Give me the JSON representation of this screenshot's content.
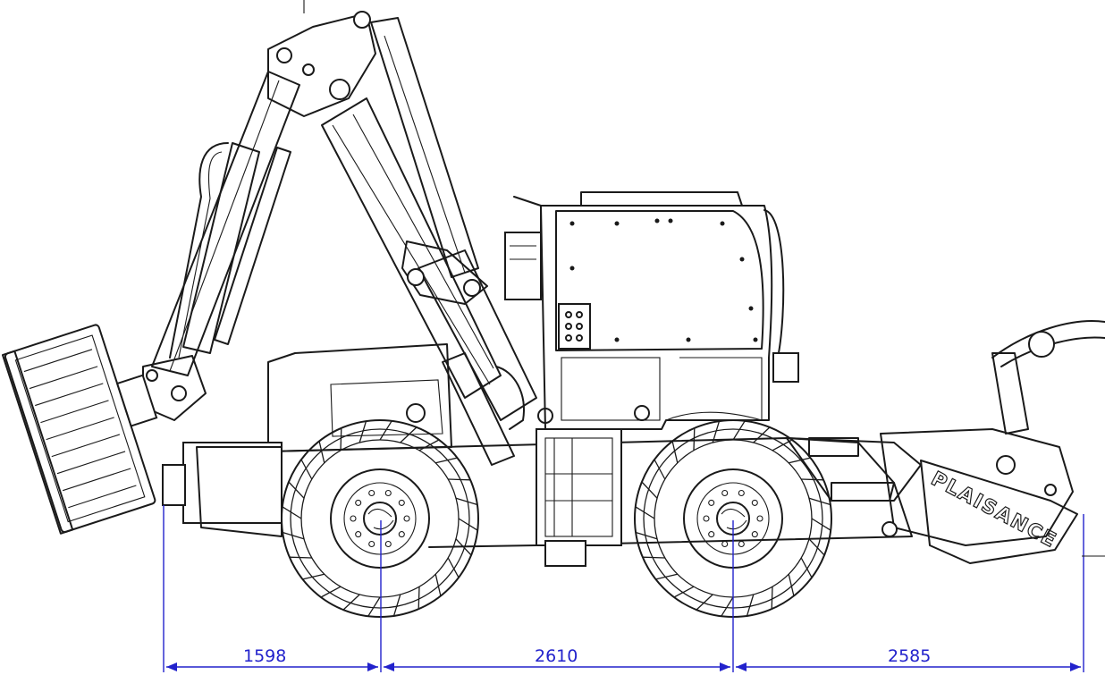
{
  "brand_label": "PLAISANCE",
  "dimensions": {
    "front_overhang": "1598",
    "wheelbase": "2610",
    "rear_overhang": "2585"
  },
  "colors": {
    "line": "#1a1a1a",
    "dimension": "#2222cc",
    "background": "#ffffff"
  }
}
